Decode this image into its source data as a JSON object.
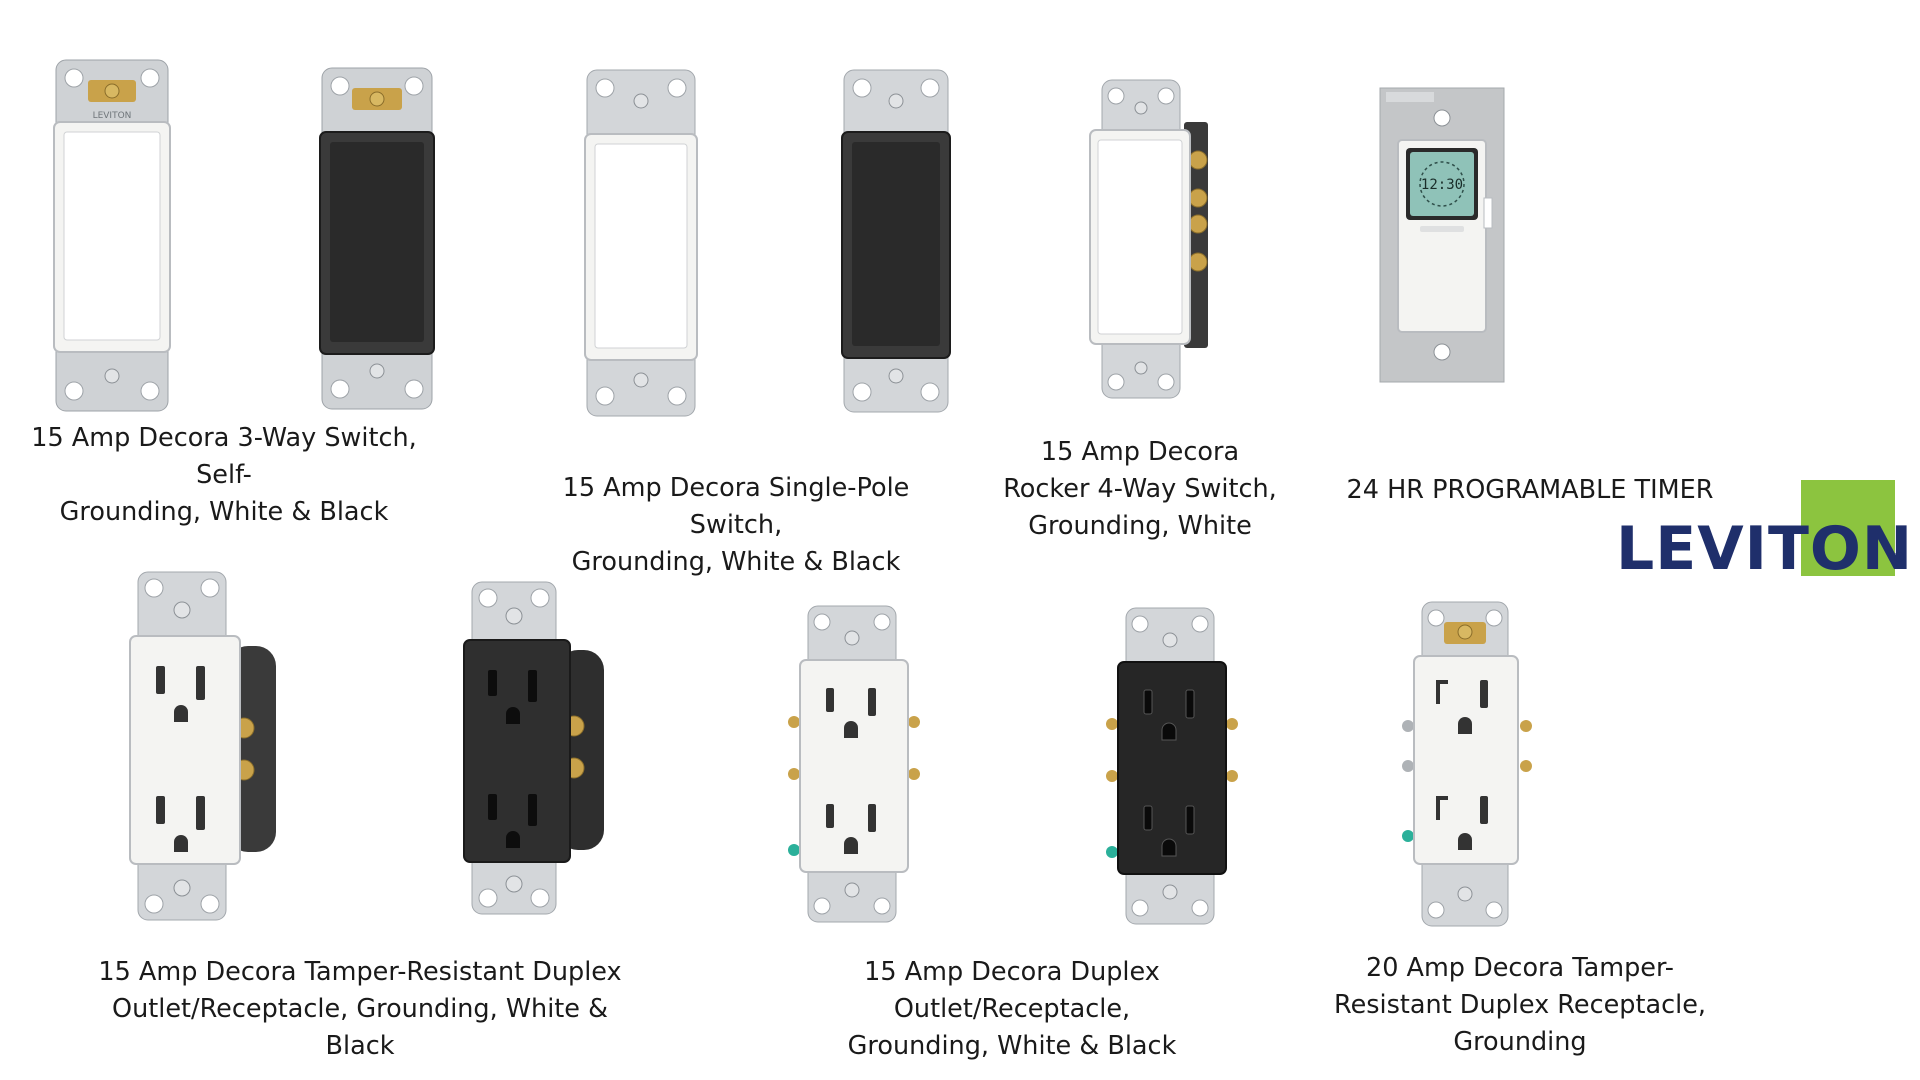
{
  "captions": {
    "three_way": "15 Amp Decora 3-Way Switch, Self-\nGrounding, White & Black",
    "single_pole": "15 Amp Decora Single-Pole Switch,\nGrounding, White & Black",
    "four_way": "15 Amp Decora\nRocker 4-Way Switch,\nGrounding, White",
    "timer": "24 HR PROGRAMABLE TIMER",
    "tr_duplex_15": "15 Amp Decora Tamper-Resistant Duplex\nOutlet/Receptacle, Grounding, White & Black",
    "duplex_15": "15 Amp Decora Duplex Outlet/Receptacle,\nGrounding, White & Black",
    "tr_duplex_20": "20 Amp Decora Tamper-\nResistant Duplex Receptacle,\nGrounding"
  },
  "logo": {
    "text": "LEVITON",
    "reg": "®"
  },
  "timer_display": {
    "time": "12:30"
  },
  "device_labels": {
    "brand_stamp": "LEVITON"
  },
  "colors": {
    "white_device": "#f4f4f2",
    "black_device": "#2a2a2a",
    "strap_metal": "#c9cbcd",
    "brass": "#c9a24a",
    "logo_green": "#8cc43f",
    "logo_navy": "#1f2f6b"
  },
  "icons": [
    "toggle-switch-icon",
    "timer-switch-icon",
    "duplex-outlet-icon",
    "leviton-logo"
  ]
}
